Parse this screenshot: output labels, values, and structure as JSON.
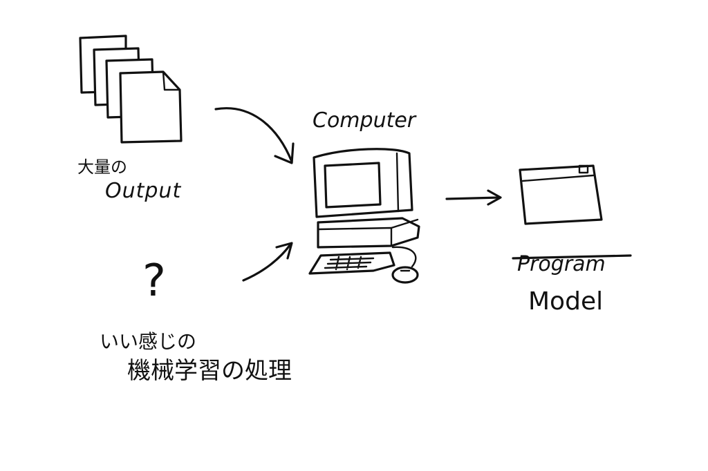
{
  "labels": {
    "input_line1": "大量の",
    "input_line2": "Output",
    "computer": "Computer",
    "program_struck": "Program",
    "model": "Model",
    "unknown_mark": "?",
    "bottom_line1": "いい感じの",
    "bottom_line2": "機械学習の処理"
  },
  "colors": {
    "ink": "#111111",
    "background": "#ffffff"
  }
}
